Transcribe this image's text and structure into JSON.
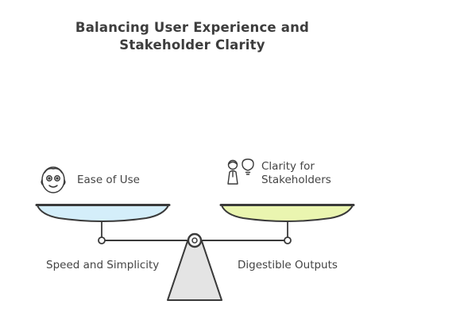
{
  "title": {
    "line1": "Balancing User Experience and",
    "line2": "Stakeholder Clarity"
  },
  "left_side": {
    "top_label": "Ease of Use",
    "bottom_label": "Speed and Simplicity",
    "icon": "face-icon",
    "pan_color": "#d4eefa"
  },
  "right_side": {
    "top_label_line1": "Clarity for",
    "top_label_line2": "Stakeholders",
    "bottom_label": "Digestible Outputs",
    "icon": "person-lightbulb-icon",
    "pan_color": "#eaf5b0"
  },
  "base_color": "#e4e4e4",
  "stroke_color": "#3a3a3a"
}
